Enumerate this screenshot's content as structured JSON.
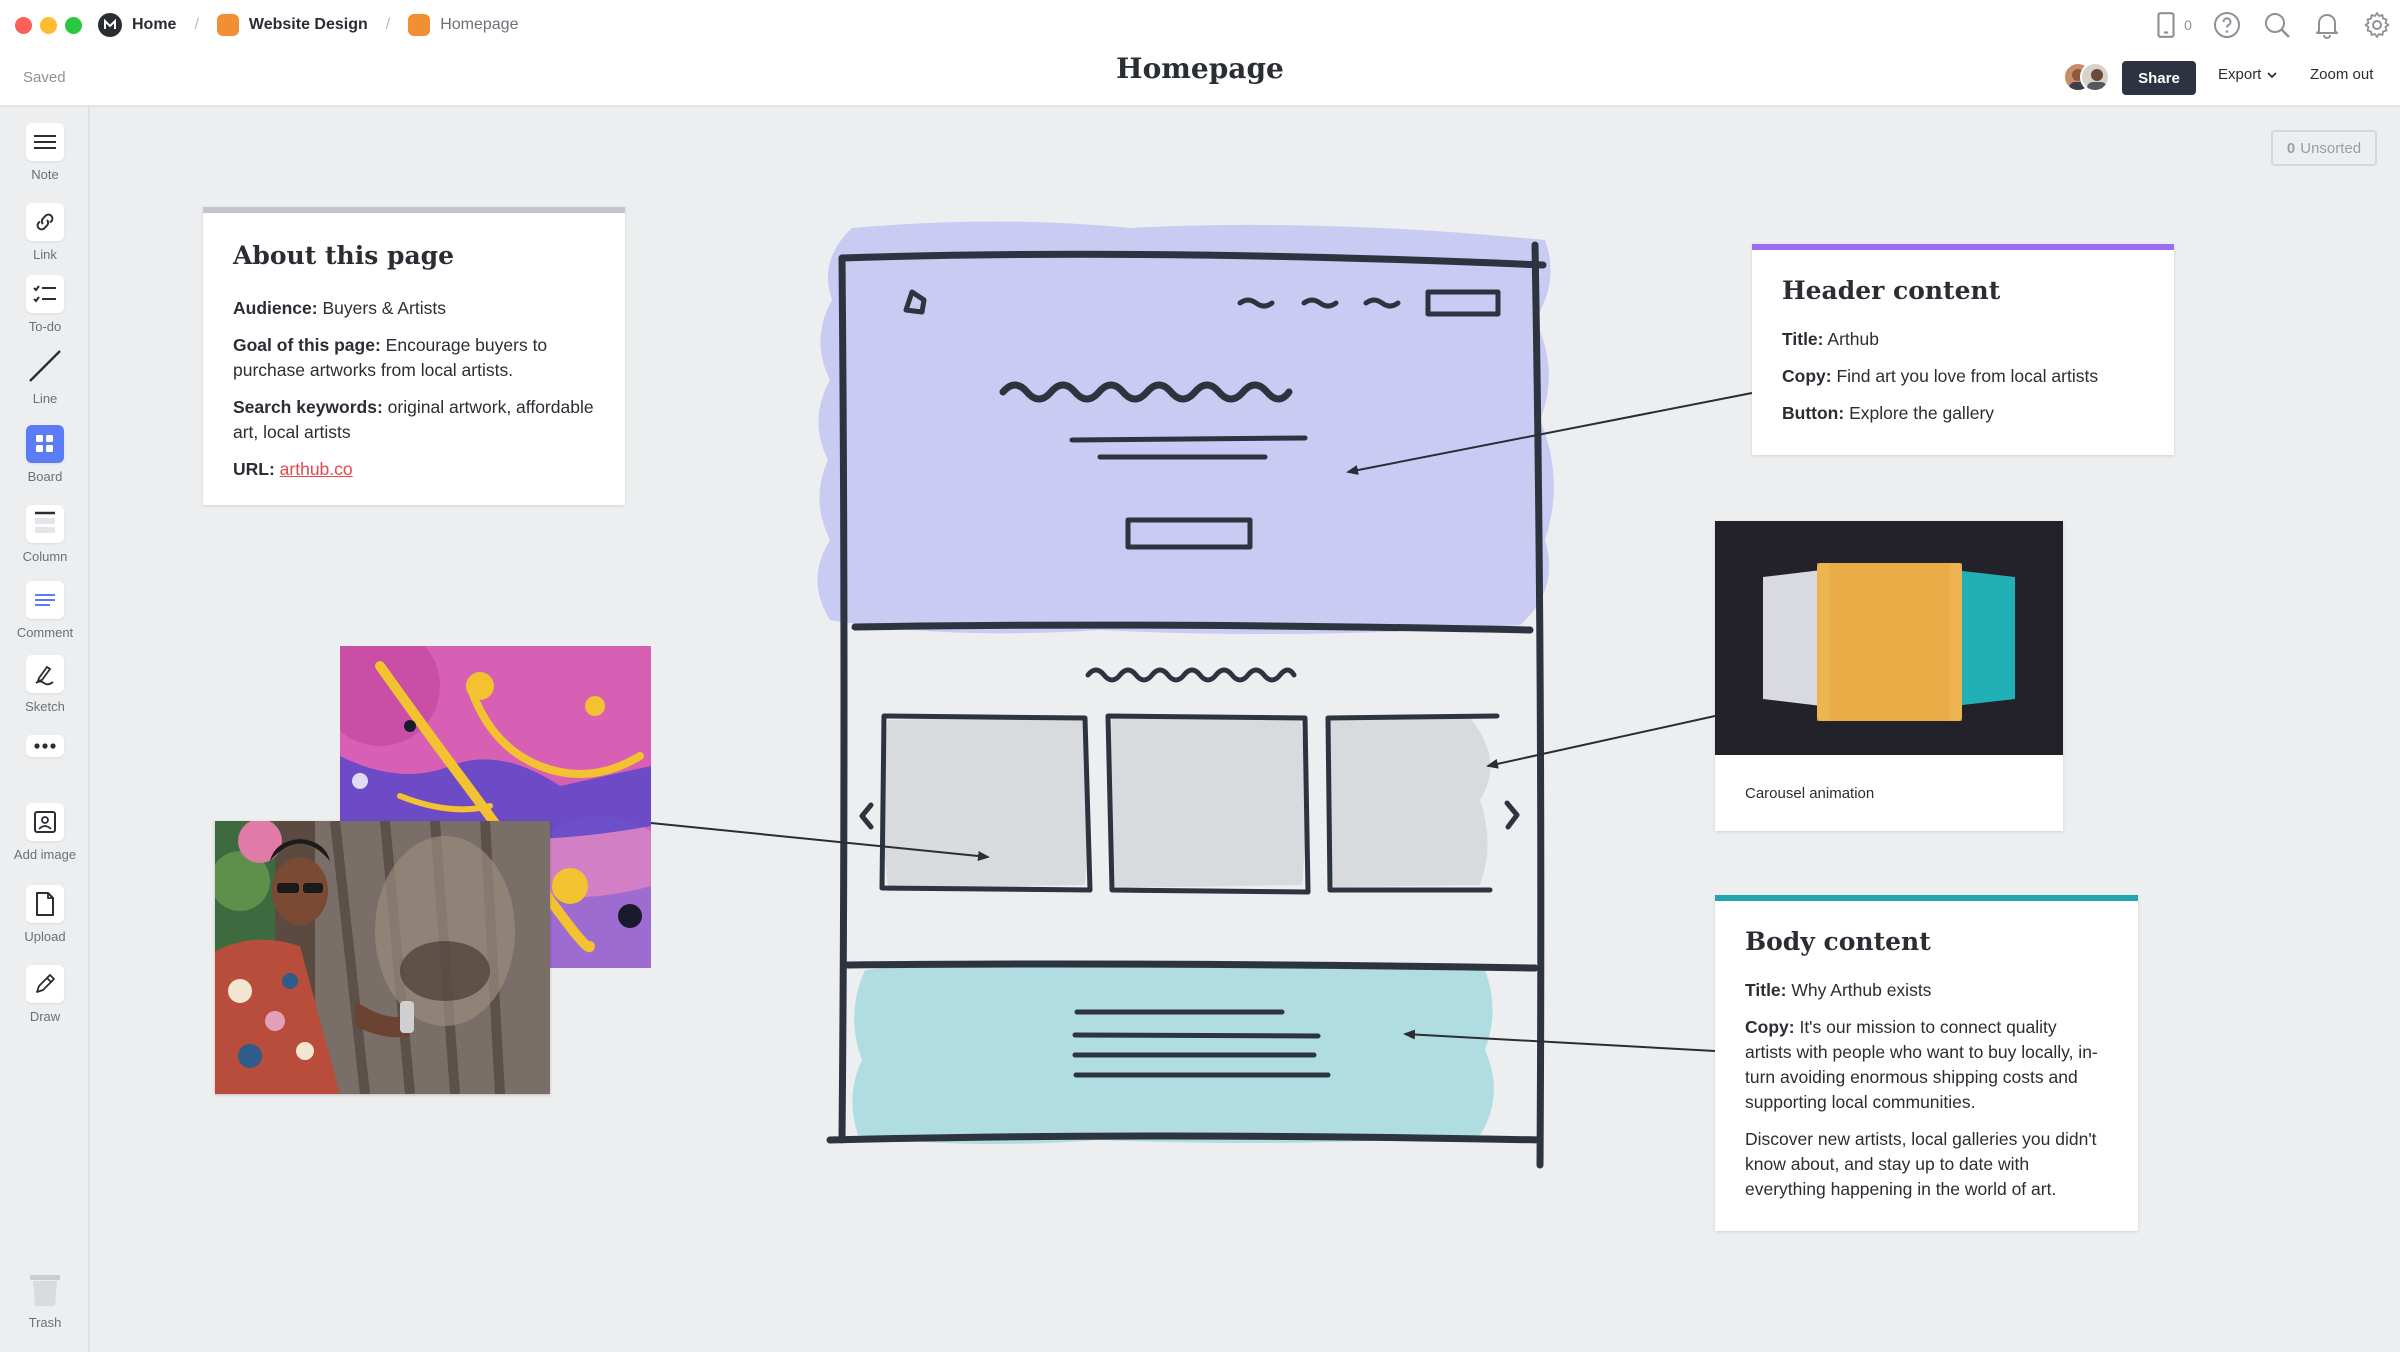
{
  "breadcrumb": {
    "home": "Home",
    "board": "Website Design",
    "page": "Homepage"
  },
  "header": {
    "saved_status": "Saved",
    "title": "Homepage",
    "share_label": "Share",
    "export_label": "Export",
    "zoom_label": "Zoom out",
    "device_count": "0"
  },
  "toolbar": {
    "items": [
      {
        "label": "Note",
        "icon": "note-icon"
      },
      {
        "label": "Link",
        "icon": "link-icon"
      },
      {
        "label": "To-do",
        "icon": "todo-icon"
      },
      {
        "label": "Line",
        "icon": "line-icon"
      },
      {
        "label": "Board",
        "icon": "board-icon"
      },
      {
        "label": "Column",
        "icon": "column-icon"
      },
      {
        "label": "Comment",
        "icon": "comment-icon"
      },
      {
        "label": "Sketch",
        "icon": "sketch-icon"
      },
      {
        "label": "",
        "icon": "more-icon"
      },
      {
        "label": "Add image",
        "icon": "add-image-icon"
      },
      {
        "label": "Upload",
        "icon": "upload-icon"
      },
      {
        "label": "Draw",
        "icon": "draw-icon"
      }
    ],
    "trash_label": "Trash"
  },
  "unsorted": {
    "count": "0",
    "label": "Unsorted"
  },
  "about_card": {
    "title": "About this page",
    "audience_label": "Audience:",
    "audience_value": "Buyers & Artists",
    "goal_label": "Goal of this page:",
    "goal_value": "Encourage buyers to purchase artworks from local artists.",
    "keywords_label": "Search keywords:",
    "keywords_value": "original artwork, affordable art, local artists",
    "url_label": "URL:",
    "url_value": "arthub.co"
  },
  "header_card": {
    "title": "Header content",
    "title_label": "Title:",
    "title_value": "Arthub",
    "copy_label": "Copy:",
    "copy_value": "Find art you love from local artists",
    "button_label": "Button:",
    "button_value": "Explore the gallery"
  },
  "carousel_card": {
    "caption": "Carousel animation"
  },
  "body_card": {
    "title": "Body content",
    "title_label": "Title:",
    "title_value": "Why Arthub exists",
    "copy_label": "Copy:",
    "copy_value": "It's our mission to connect quality artists with people who want to buy locally, in-turn avoiding enormous shipping costs and supporting local communities.",
    "paragraph2": "Discover new artists, local galleries you didn't know about, and stay up to date with everything happening in the world of art."
  },
  "colors": {
    "accent_header": "#9d6cf0",
    "accent_body": "#22a6ad",
    "accent_about": "#c2c5c9",
    "share_button": "#2d3340",
    "board_tool": "#5b7cf5",
    "wire_header_fill": "#c9cbf3",
    "wire_body_fill": "#b0dde1",
    "link": "#e5484d"
  }
}
